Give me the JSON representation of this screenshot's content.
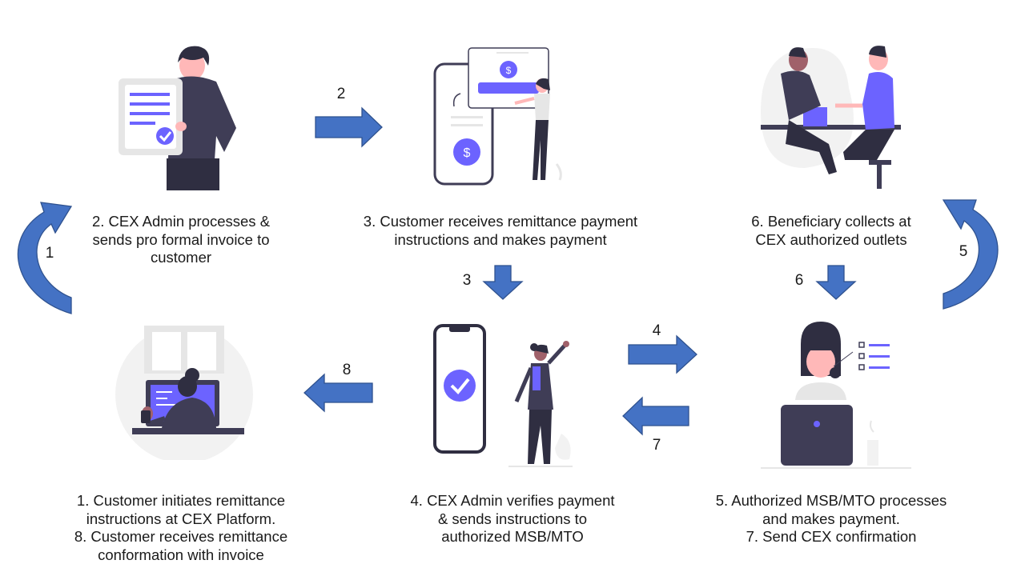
{
  "steps": {
    "step2": {
      "line1": "2. CEX Admin processes &",
      "line2": "sends pro formal invoice to",
      "line3": "customer"
    },
    "step3": {
      "line1": "3. Customer receives remittance payment",
      "line2": "instructions and makes payment"
    },
    "step6": {
      "line1": "6. Beneficiary collects at",
      "line2": "CEX authorized outlets"
    },
    "step1_8": {
      "line1": "1. Customer initiates remittance",
      "line2": "instructions at CEX Platform.",
      "line3": "8. Customer receives remittance",
      "line4": "conformation with invoice"
    },
    "step4": {
      "line1": "4. CEX Admin verifies payment",
      "line2": "& sends instructions to",
      "line3": "authorized MSB/MTO"
    },
    "step5_7": {
      "line1": "5. Authorized MSB/MTO processes",
      "line2": "and makes payment.",
      "line3": "7. Send CEX confirmation"
    }
  },
  "arrows": {
    "a1": "1",
    "a2": "2",
    "a3": "3",
    "a4": "4",
    "a5": "5",
    "a6": "6",
    "a7": "7",
    "a8": "8"
  },
  "colors": {
    "arrow_fill": "#4472c4",
    "arrow_stroke": "#2f528f",
    "accent": "#6c63ff",
    "dark": "#3f3d56",
    "light_gray": "#f2f2f2"
  },
  "icons": {
    "dollar": "$",
    "check": "check-icon"
  }
}
